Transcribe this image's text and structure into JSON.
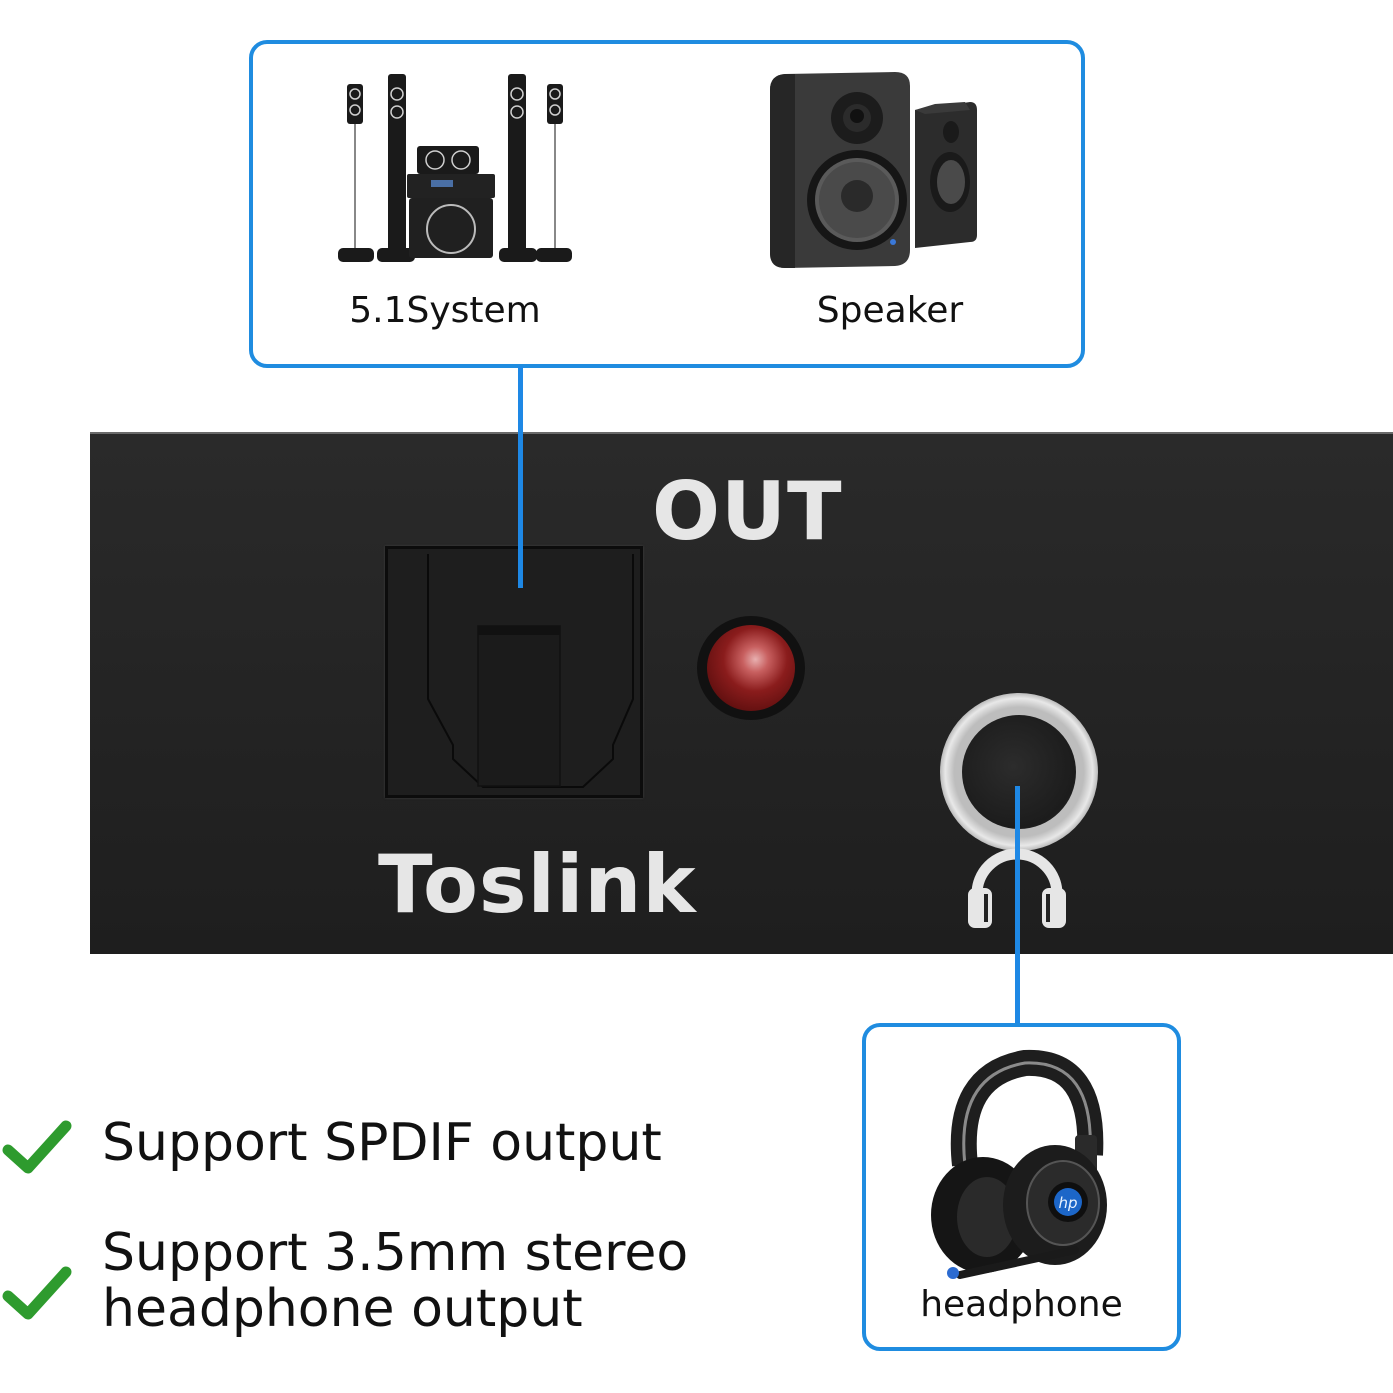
{
  "top_callout": {
    "items": [
      {
        "label": "5.1System",
        "icon": "home-theater-5-1-system-image"
      },
      {
        "label": "Speaker",
        "icon": "bookshelf-speakers-image"
      }
    ],
    "border_color": "#1f8ce0"
  },
  "device_panel": {
    "section_label": "OUT",
    "port_label": "Toslink",
    "port_type": "optical-toslink-port",
    "indicator": "red-led",
    "jack": "3.5mm-headphone-jack",
    "jack_icon": "headphones-icon",
    "background_color": "#242424"
  },
  "bottom_callout": {
    "label": "headphone",
    "icon": "gaming-headset-image",
    "brand_badge": "hp"
  },
  "features": [
    {
      "icon": "check-icon",
      "text_lines": [
        "Support SPDIF output"
      ]
    },
    {
      "icon": "check-icon",
      "text_lines": [
        "Support 3.5mm stereo",
        "headphone output"
      ]
    }
  ],
  "colors": {
    "accent_blue": "#1e88e5",
    "check_green": "#2e9b2e",
    "led_red": "#8a1c1c"
  }
}
